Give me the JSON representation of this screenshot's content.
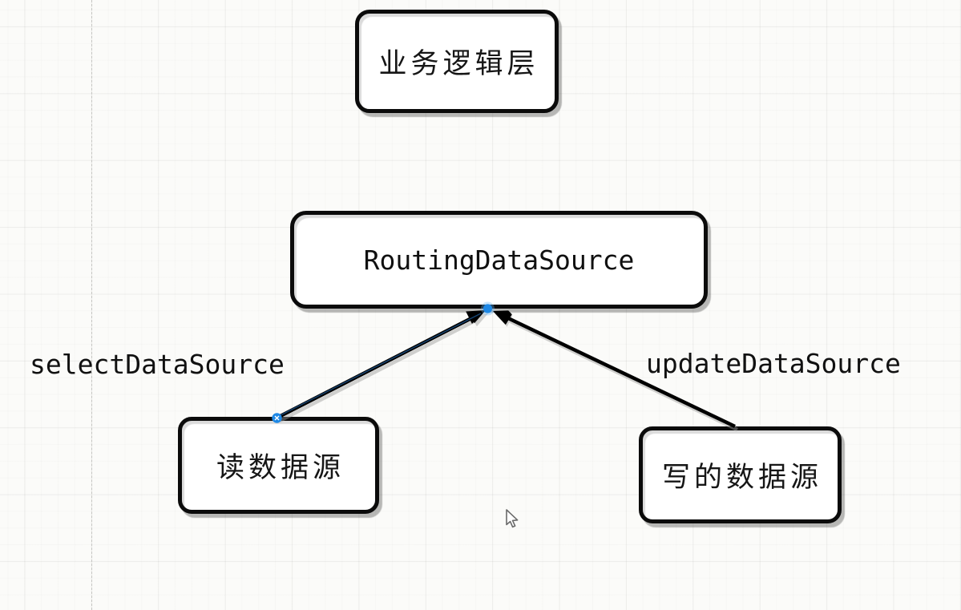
{
  "app": {
    "kind": "diagram-editor-canvas",
    "grid": "on",
    "page_border": "dashed-vertical-line"
  },
  "diagram": {
    "nodes": [
      {
        "id": "business-logic-layer",
        "label": "业务逻辑层",
        "shape": "rounded-rectangle"
      },
      {
        "id": "routing-datasource",
        "label": "RoutingDataSource",
        "shape": "rounded-rectangle"
      },
      {
        "id": "read-datasource",
        "label": "读数据源",
        "shape": "rounded-rectangle"
      },
      {
        "id": "write-datasource",
        "label": "写的数据源",
        "shape": "rounded-rectangle"
      }
    ],
    "edges": [
      {
        "id": "select-edge",
        "label": "selectDataSource",
        "from": "read-datasource",
        "to": "routing-datasource",
        "arrow": "block",
        "selected": true
      },
      {
        "id": "update-edge",
        "label": "updateDataSource",
        "from": "write-datasource",
        "to": "routing-datasource",
        "arrow": "block",
        "selected": false
      }
    ]
  },
  "cursor": {
    "icon": "arrow-pointer"
  },
  "colors": {
    "background": "#fbfbf9",
    "node_fill": "#ffffff",
    "node_stroke": "#000000",
    "edge_stroke": "#000000",
    "shadow": "#c0c0c0",
    "selection_blue": "#1e88e5",
    "page_border_gray": "#c6c6c3"
  }
}
